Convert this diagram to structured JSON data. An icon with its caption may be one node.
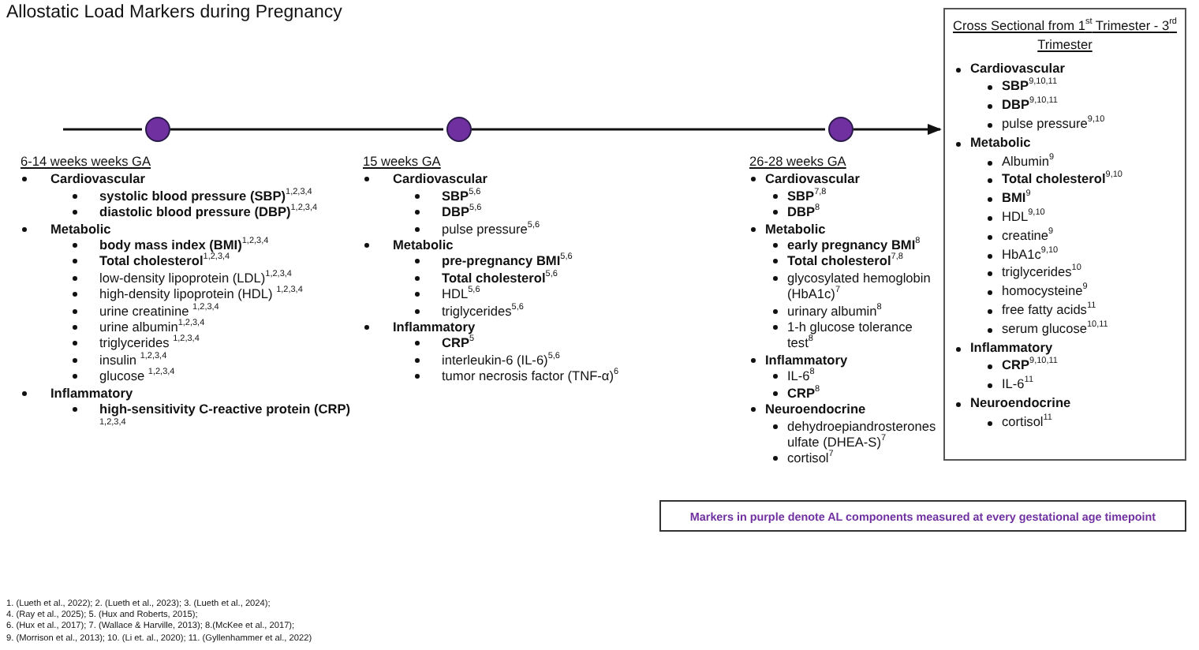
{
  "diagram": {
    "title": "Allostatic Load Markers during Pregnancy",
    "nodes": [
      {
        "text": [],
        "shape": "circle",
        "beside": [
          "6-14 weeks weeks GA"
        ]
      },
      {
        "text": [],
        "shape": "circle",
        "beside": [
          "15 weeks GA"
        ]
      },
      {
        "text": [],
        "shape": "circle",
        "beside": [
          "26-28 weeks GA"
        ]
      },
      {
        "text": [
          "Cross Sectional from 1$^{st}$ Trimester - 3$^{rd}$ Trimester",
          "Cardiovascular",
          "**SBP**$^{9,10,11}$",
          "**DBP**$^{9,10,11}$",
          "pulse pressure$^{9,10}$",
          "Metabolic",
          "Albumin$^{9}$",
          "**Total cholesterol**$^{9,10}$",
          "**BMI**$^{9}$",
          "HDL$^{9,10}$",
          "creatine$^{9}$",
          "HbA1c$^{9,10}$",
          "triglycerides$^{10}$",
          "homocysteine$^{9}$",
          "free fatty acids$^{11}$",
          "serum glucose$^{10,11}$",
          "Inflammatory",
          "**CRP**$^{9,10,11}$",
          "IL-6$^{11}$",
          "Neuroendocrine",
          "cortisol$^{11}$"
        ]
      },
      {
        "text": [
          "Markers in purple denote AL components measured at every gestational age timepoint"
        ]
      }
    ],
    "edges": [
      {
        "from": null,
        "to": 0,
        "arrow": "none"
      },
      {
        "from": 0,
        "to": 1,
        "arrow": "none"
      },
      {
        "from": 1,
        "to": 2,
        "arrow": "none"
      },
      {
        "from": 2,
        "to": 3,
        "arrow": "to"
      }
    ],
    "labels": [
      "Cardiovascular",
      "**systolic blood pressure (SBP)**$^{1,2,3,4}$",
      "**diastolic blood pressure (DBP)**$^{1,2,3,4}$",
      "Metabolic",
      "**body mass index (BMI)**$^{1,2,3,4}$",
      "**Total cholesterol**$^{1,2,3,4}$",
      "low-density lipoprotein (LDL)$^{1,2,3,4}$",
      "high-density lipoprotein (HDL) $^{1,2,3,4}$",
      "urine creatinine $^{1,2,3,4}$",
      "urine albumin$^{1,2,3,4}$",
      "triglycerides $^{1,2,3,4}$",
      "insulin $^{1,2,3,4}$",
      "glucose $^{1,2,3,4}$",
      "Inflammatory",
      "**high-sensitivity C-reactive protein (CRP)** $^{1,2,3,4}$",
      "Cardiovascular",
      "**SBP**$^{5,6}$",
      "**DBP**$^{5,6}$",
      "pulse pressure$^{5,6}$",
      "Metabolic",
      "**pre-pregnancy BMI**$^{5,6}$",
      "**Total cholesterol**$^{5,6}$",
      "HDL$^{5,6}$",
      "triglycerides$^{5,6}$",
      "Inflammatory",
      "**CRP**$^{5}$",
      "interleukin-6 (IL-6)$^{5,6}$",
      "tumor necrosis factor (TNF-α)$^{6}$",
      "Cardiovascular",
      "**SBP**$^{7,8}$",
      "**DBP**$^{8}$",
      "Metabolic",
      "**early pregnancy BMI**$^{8}$",
      "**Total cholesterol**$^{7,8}$",
      "glycosylated hemoglobin (HbA1c)$^{7}$",
      "urinary albumin$^{8}$",
      "1-h glucose tolerance test$^{8}$",
      "Inflammatory",
      "IL-6$^{8}$",
      "**CRP**$^{8}$",
      "Neuroendocrine",
      "dehydroepiandrosteronesulfate (DHEA-S)$^{7}$",
      "cortisol$^{7}$",
      "1. (Lueth et al., 2022); 2. (Lueth et al., 2023); 3. (Lueth et al., 2024);",
      "4. (Ray et al., 2025); 5. (Hux and Roberts, 2015);",
      "6. (Hux et al., 2017); 7. (Wallace & Harville, 2013); 8.(McKee et al., 2017);",
      "9. (Morrison et al., 2013); 10. (Li et. al., 2020); 11. (Gyllenhammer et al., 2022)"
    ]
  }
}
